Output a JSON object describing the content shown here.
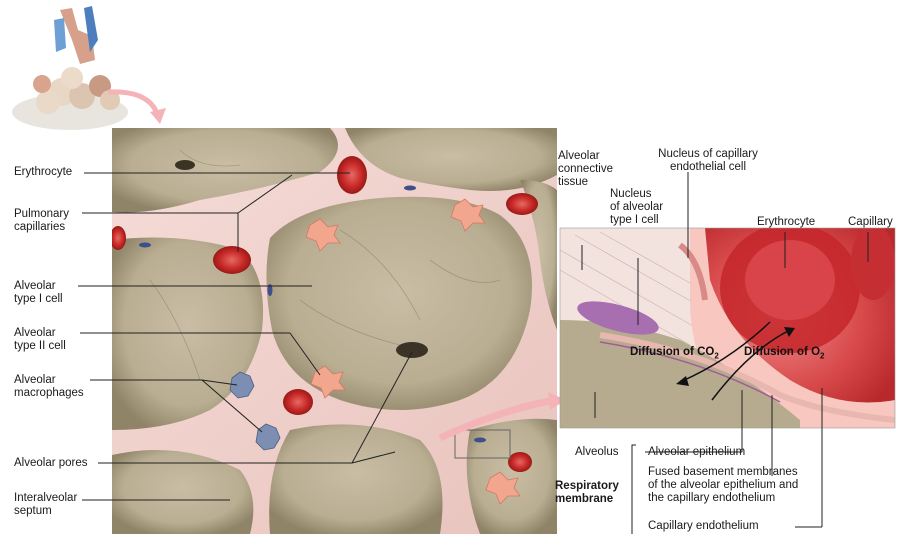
{
  "left_panel": {
    "labels": {
      "erythrocyte": "Erythrocyte",
      "pulmonary_capillaries": "Pulmonary\ncapillaries",
      "type1": "Alveolar\ntype I cell",
      "type2": "Alveolar\ntype II cell",
      "macrophages": "Alveolar\nmacrophages",
      "pores": "Alveolar pores",
      "septum": "Interalveolar\nseptum"
    }
  },
  "right_panel": {
    "labels": {
      "connective": "Alveolar\nconnective\ntissue",
      "nucleus_endothelial": "Nucleus of capillary\nendothelial cell",
      "nucleus_type1": "Nucleus\nof alveolar\ntype I cell",
      "erythrocyte": "Erythrocyte",
      "capillary": "Capillary",
      "diffusion_co2": "Diffusion of CO",
      "co2_sub": "2",
      "diffusion_o2": "Diffusion of O",
      "o2_sub": "2",
      "alveolus": "Alveolus",
      "alveolar_epithelium": "Alveolar epithelium",
      "fused_membranes": "Fused basement membranes\nof the alveolar epithelium and\nthe capillary endothelium",
      "respiratory_membrane": "Respiratory\nmembrane",
      "capillary_endothelium": "Capillary endothelium"
    }
  },
  "colors": {
    "alveolus_wall": "#cbbfa6",
    "septum": "#f1d4cf",
    "erythrocyte": "#c8262b",
    "capillary": "#e86a6a"
  }
}
